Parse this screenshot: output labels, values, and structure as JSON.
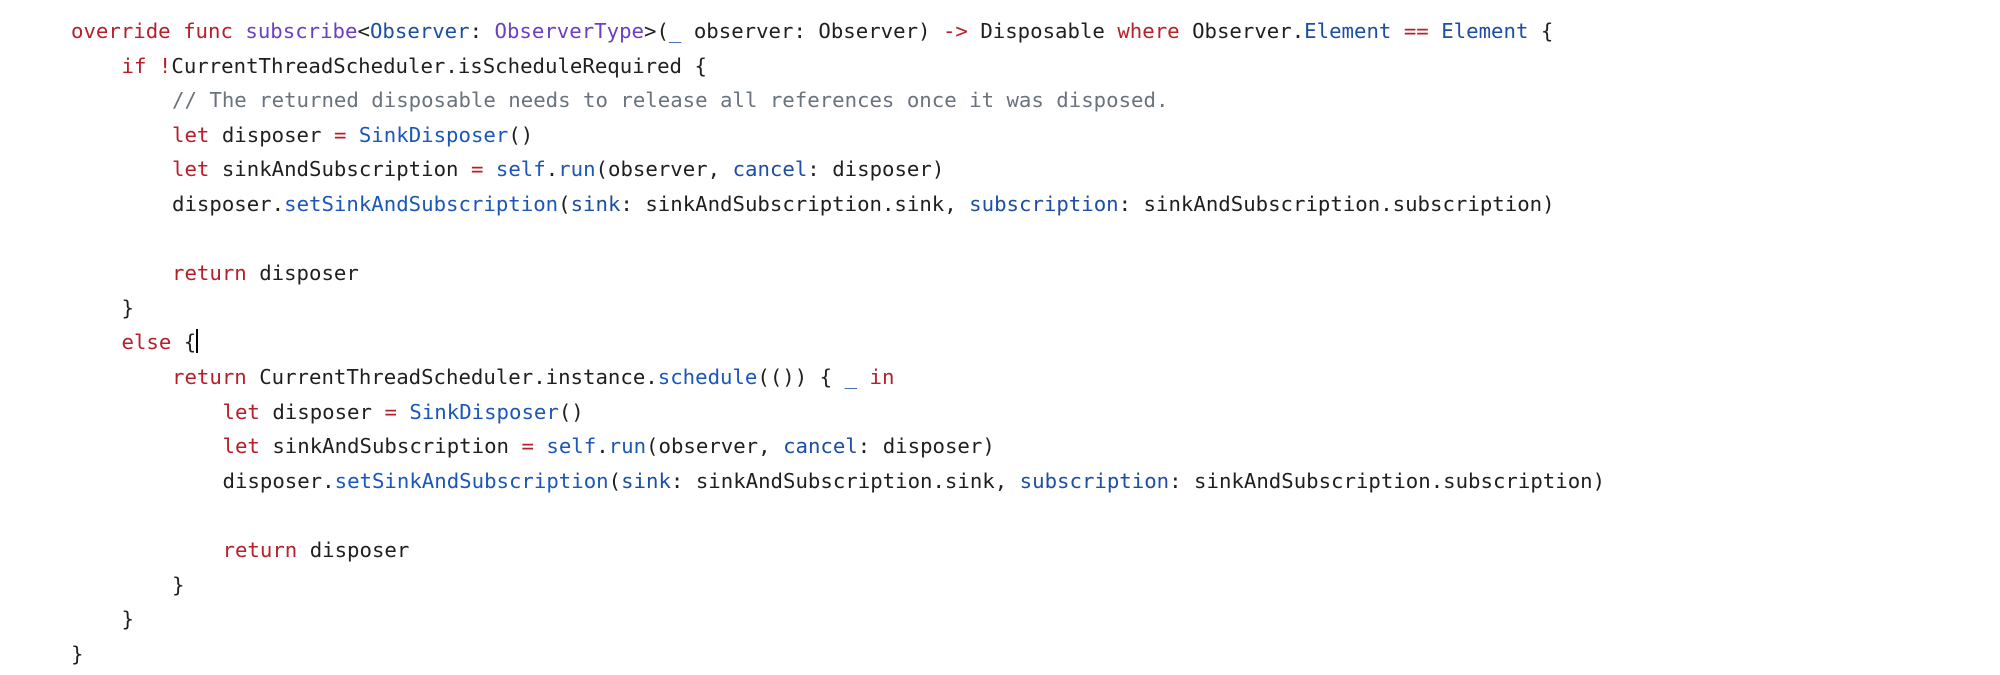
{
  "editor": {
    "lines": [
      {
        "indent": 0,
        "tokens": [
          {
            "t": "override func ",
            "k": "kw"
          },
          {
            "t": "subscribe",
            "k": "generic"
          },
          {
            "t": "<",
            "k": "plain"
          },
          {
            "t": "Observer",
            "k": "type"
          },
          {
            "t": ": ",
            "k": "plain"
          },
          {
            "t": "ObserverType",
            "k": "generic"
          },
          {
            "t": ">(",
            "k": "plain"
          },
          {
            "t": "_",
            "k": "type"
          },
          {
            "t": " observer: Observer) ",
            "k": "plain"
          },
          {
            "t": "->",
            "k": "kw"
          },
          {
            "t": " Disposable ",
            "k": "plain"
          },
          {
            "t": "where",
            "k": "kw"
          },
          {
            "t": " Observer.",
            "k": "plain"
          },
          {
            "t": "Element",
            "k": "type"
          },
          {
            "t": " ",
            "k": "plain"
          },
          {
            "t": "==",
            "k": "kw"
          },
          {
            "t": " ",
            "k": "plain"
          },
          {
            "t": "Element",
            "k": "type"
          },
          {
            "t": " {",
            "k": "plain"
          }
        ]
      },
      {
        "indent": 1,
        "tokens": [
          {
            "t": "if",
            "k": "kw"
          },
          {
            "t": " ",
            "k": "plain"
          },
          {
            "t": "!",
            "k": "kw"
          },
          {
            "t": "CurrentThreadScheduler.isScheduleRequired {",
            "k": "plain"
          }
        ]
      },
      {
        "indent": 2,
        "tokens": [
          {
            "t": "// The returned disposable needs to release all references once it was disposed.",
            "k": "comment"
          }
        ]
      },
      {
        "indent": 2,
        "tokens": [
          {
            "t": "let",
            "k": "kw"
          },
          {
            "t": " disposer ",
            "k": "plain"
          },
          {
            "t": "=",
            "k": "kw"
          },
          {
            "t": " ",
            "k": "plain"
          },
          {
            "t": "SinkDisposer",
            "k": "method"
          },
          {
            "t": "()",
            "k": "plain"
          }
        ]
      },
      {
        "indent": 2,
        "tokens": [
          {
            "t": "let",
            "k": "kw"
          },
          {
            "t": " sinkAndSubscription ",
            "k": "plain"
          },
          {
            "t": "=",
            "k": "kw"
          },
          {
            "t": " ",
            "k": "plain"
          },
          {
            "t": "self",
            "k": "method"
          },
          {
            "t": ".",
            "k": "plain"
          },
          {
            "t": "run",
            "k": "method"
          },
          {
            "t": "(observer, ",
            "k": "plain"
          },
          {
            "t": "cancel",
            "k": "param"
          },
          {
            "t": ": disposer)",
            "k": "plain"
          }
        ]
      },
      {
        "indent": 2,
        "tokens": [
          {
            "t": "disposer.",
            "k": "plain"
          },
          {
            "t": "setSinkAndSubscription",
            "k": "method"
          },
          {
            "t": "(",
            "k": "plain"
          },
          {
            "t": "sink",
            "k": "param"
          },
          {
            "t": ": sinkAndSubscription.sink, ",
            "k": "plain"
          },
          {
            "t": "subscription",
            "k": "param"
          },
          {
            "t": ": sinkAndSubscription.subscription)",
            "k": "plain"
          }
        ]
      },
      {
        "indent": 0,
        "tokens": []
      },
      {
        "indent": 2,
        "tokens": [
          {
            "t": "return",
            "k": "kw"
          },
          {
            "t": " disposer",
            "k": "plain"
          }
        ]
      },
      {
        "indent": 1,
        "tokens": [
          {
            "t": "}",
            "k": "plain"
          }
        ]
      },
      {
        "indent": 1,
        "cursor": true,
        "tokens": [
          {
            "t": "else",
            "k": "kw"
          },
          {
            "t": " {",
            "k": "plain"
          }
        ]
      },
      {
        "indent": 2,
        "tokens": [
          {
            "t": "return",
            "k": "kw"
          },
          {
            "t": " CurrentThreadScheduler.instance.",
            "k": "plain"
          },
          {
            "t": "schedule",
            "k": "method"
          },
          {
            "t": "(()) { ",
            "k": "plain"
          },
          {
            "t": "_",
            "k": "type"
          },
          {
            "t": " ",
            "k": "plain"
          },
          {
            "t": "in",
            "k": "kw"
          }
        ]
      },
      {
        "indent": 3,
        "tokens": [
          {
            "t": "let",
            "k": "kw"
          },
          {
            "t": " disposer ",
            "k": "plain"
          },
          {
            "t": "=",
            "k": "kw"
          },
          {
            "t": " ",
            "k": "plain"
          },
          {
            "t": "SinkDisposer",
            "k": "method"
          },
          {
            "t": "()",
            "k": "plain"
          }
        ]
      },
      {
        "indent": 3,
        "tokens": [
          {
            "t": "let",
            "k": "kw"
          },
          {
            "t": " sinkAndSubscription ",
            "k": "plain"
          },
          {
            "t": "=",
            "k": "kw"
          },
          {
            "t": " ",
            "k": "plain"
          },
          {
            "t": "self",
            "k": "method"
          },
          {
            "t": ".",
            "k": "plain"
          },
          {
            "t": "run",
            "k": "method"
          },
          {
            "t": "(observer, ",
            "k": "plain"
          },
          {
            "t": "cancel",
            "k": "param"
          },
          {
            "t": ": disposer)",
            "k": "plain"
          }
        ]
      },
      {
        "indent": 3,
        "tokens": [
          {
            "t": "disposer.",
            "k": "plain"
          },
          {
            "t": "setSinkAndSubscription",
            "k": "method"
          },
          {
            "t": "(",
            "k": "plain"
          },
          {
            "t": "sink",
            "k": "param"
          },
          {
            "t": ": sinkAndSubscription.sink, ",
            "k": "plain"
          },
          {
            "t": "subscription",
            "k": "param"
          },
          {
            "t": ": sinkAndSubscription.subscription)",
            "k": "plain"
          }
        ]
      },
      {
        "indent": 0,
        "tokens": []
      },
      {
        "indent": 3,
        "tokens": [
          {
            "t": "return",
            "k": "kw"
          },
          {
            "t": " disposer",
            "k": "plain"
          }
        ]
      },
      {
        "indent": 2,
        "tokens": [
          {
            "t": "}",
            "k": "plain"
          }
        ]
      },
      {
        "indent": 1,
        "tokens": [
          {
            "t": "}",
            "k": "plain"
          }
        ]
      },
      {
        "indent": 0,
        "tokens": [
          {
            "t": "}",
            "k": "plain"
          }
        ]
      }
    ]
  },
  "colors": {
    "keyword": "#b7202b",
    "plain": "#1f1f1f",
    "generic_name": "#6c3fc4",
    "type": "#1c4ea3",
    "method": "#1a57b8",
    "comment": "#6a737d",
    "background": "#ffffff"
  }
}
